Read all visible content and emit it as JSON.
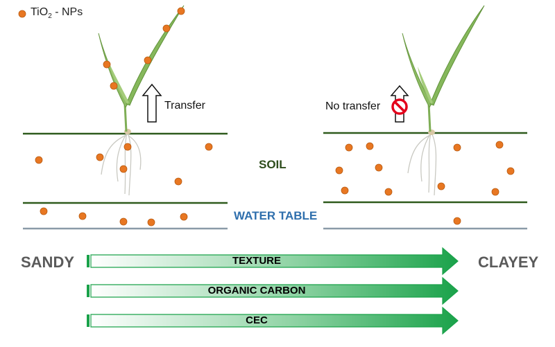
{
  "legend": {
    "label_prefix": "TiO",
    "label_subscript": "2",
    "label_suffix": " - NPs",
    "dot_color": "#e87722"
  },
  "left_panel": {
    "transfer_label": "Transfer"
  },
  "right_panel": {
    "transfer_label": "No transfer"
  },
  "layers": {
    "soil_label": "SOIL",
    "water_table_label": "WATER TABLE"
  },
  "gradient": {
    "from_label": "SANDY",
    "to_label": "CLAYEY",
    "arrows": [
      {
        "label": "TEXTURE"
      },
      {
        "label": "ORGANIC CARBON"
      },
      {
        "label": "CEC"
      }
    ],
    "arrow_color": "#1aa24a"
  },
  "colors": {
    "soil_line": "#2e5a1c",
    "water_line": "#8a9aa8",
    "nanoparticle": "#e87722",
    "no_symbol": "#e3001b"
  }
}
